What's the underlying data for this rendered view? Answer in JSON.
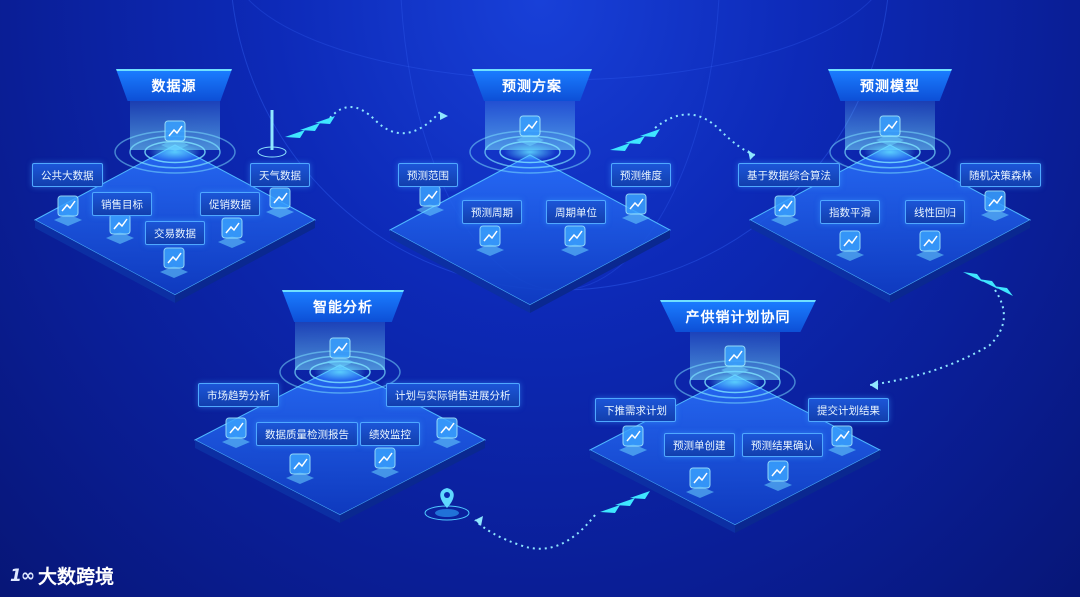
{
  "brand": {
    "name": "大数跨境",
    "mark": "1∞"
  },
  "accent_color": "#1fd6ff",
  "panels": [
    {
      "id": "data-source",
      "title": "数据源",
      "labels": [
        "公共大数据",
        "销售目标",
        "交易数据",
        "促销数据",
        "天气数据"
      ],
      "icons": [
        "bar-chart-icon",
        "target-icon",
        "dna-icon",
        "bubbles-icon",
        "cloud-screen-icon",
        "globe-icon"
      ]
    },
    {
      "id": "forecast-plan",
      "title": "预测方案",
      "labels": [
        "预测范围",
        "预测周期",
        "周期单位",
        "预测维度"
      ],
      "icons": [
        "trend-icon",
        "line-chart-icon",
        "monitor-chart-icon",
        "bar-chart-icon",
        "bars-icon"
      ]
    },
    {
      "id": "forecast-model",
      "title": "预测模型",
      "labels": [
        "基于数据综合算法",
        "指数平滑",
        "线性回归",
        "随机决策森林"
      ],
      "icons": [
        "database-icon",
        "dashboard-icon",
        "growth-chart-icon",
        "tree-network-icon",
        "cube-icon"
      ]
    },
    {
      "id": "smart-analysis",
      "title": "智能分析",
      "labels": [
        "市场趋势分析",
        "数据质量检测报告",
        "绩效监控",
        "计划与实际销售进展分析"
      ],
      "icons": [
        "trend-icon",
        "gauge-icon",
        "refresh-chart-icon",
        "screen-icon",
        "cube-icon"
      ]
    },
    {
      "id": "sop-plan",
      "title": "产供销计划协同",
      "labels": [
        "下推需求计划",
        "预测单创建",
        "预测结果确认",
        "提交计划结果"
      ],
      "icons": [
        "monitor-icon",
        "document-icon",
        "watch-icon",
        "screen-icon",
        "infinity-icon"
      ]
    }
  ],
  "location_pin": "map-pin-icon"
}
